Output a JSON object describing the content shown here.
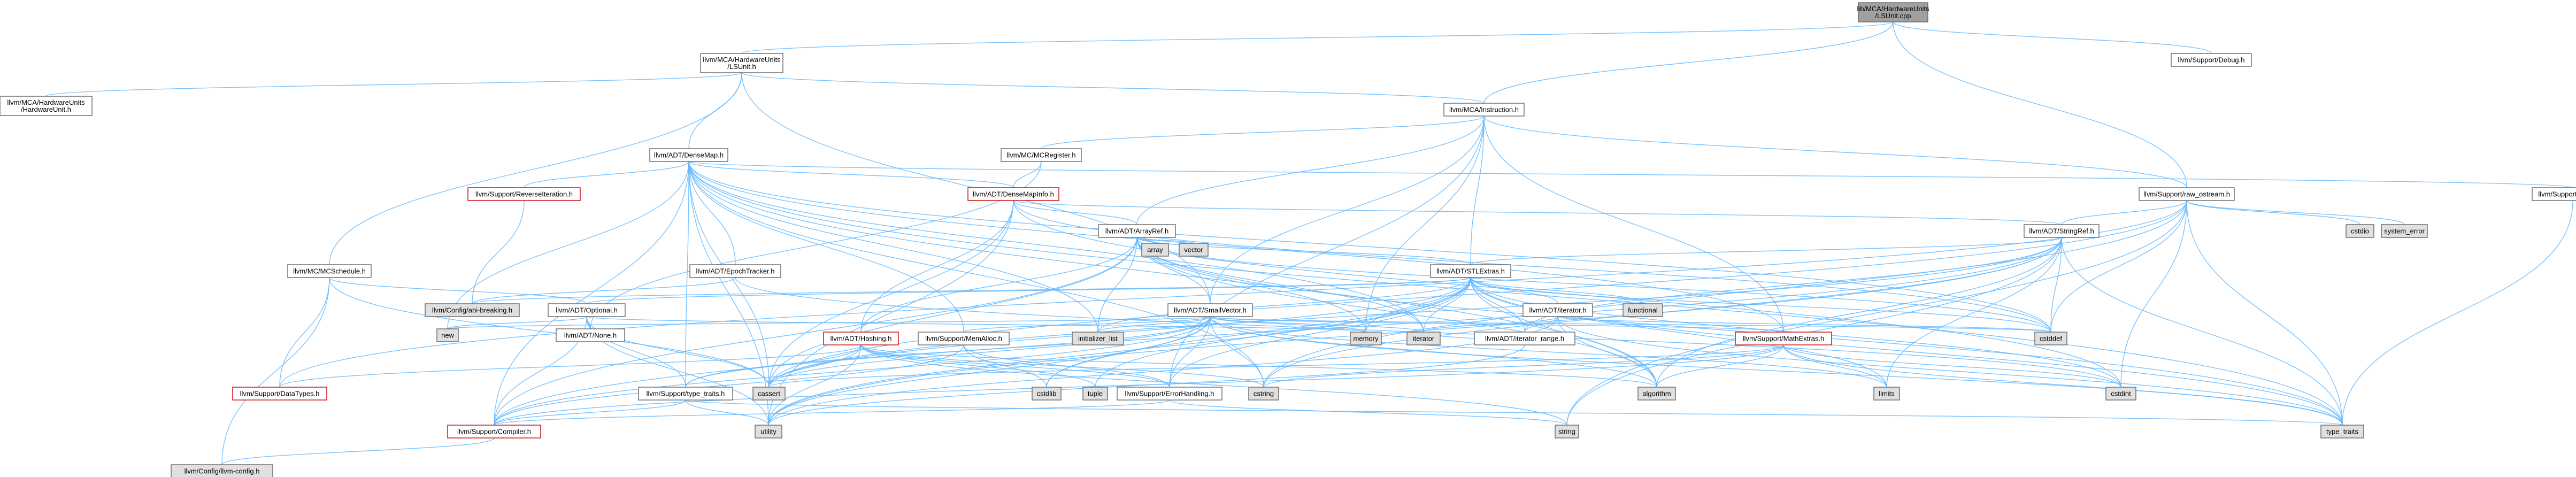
{
  "graph": {
    "type": "include-dependency-graph",
    "colors": {
      "edge": "#63b8ff",
      "node_border_normal": "#666666",
      "node_border_truncated": "#cc0000",
      "node_fill_normal": "#ffffff",
      "node_fill_root": "#a0a0a0",
      "node_fill_system": "#e0e0e0"
    },
    "nodes": [
      {
        "id": "root",
        "label": "lib/MCA/HardwareUnits\n/LSUnit.cpp",
        "kind": "root"
      },
      {
        "id": "lsunit_h",
        "label": "llvm/MCA/HardwareUnits\n/LSUnit.h",
        "kind": "normal"
      },
      {
        "id": "debug_h",
        "label": "llvm/Support/Debug.h",
        "kind": "normal"
      },
      {
        "id": "hwunit_h",
        "label": "llvm/MCA/HardwareUnits\n/HardwareUnit.h",
        "kind": "normal"
      },
      {
        "id": "instruction_h",
        "label": "llvm/MCA/Instruction.h",
        "kind": "normal"
      },
      {
        "id": "densemap_h",
        "label": "llvm/ADT/DenseMap.h",
        "kind": "normal"
      },
      {
        "id": "mcregister_h",
        "label": "llvm/MC/MCRegister.h",
        "kind": "normal"
      },
      {
        "id": "raw_ostream_h",
        "label": "llvm/Support/raw_ostream.h",
        "kind": "normal"
      },
      {
        "id": "alignof_h",
        "label": "llvm/Support/AlignOf.h",
        "kind": "normal"
      },
      {
        "id": "reverseiter_h",
        "label": "llvm/Support/ReverseIteration.h",
        "kind": "truncated"
      },
      {
        "id": "densemapinfo_h",
        "label": "llvm/ADT/DenseMapInfo.h",
        "kind": "truncated"
      },
      {
        "id": "stringref_h",
        "label": "llvm/ADT/StringRef.h",
        "kind": "normal"
      },
      {
        "id": "cstdio",
        "label": "cstdio",
        "kind": "system"
      },
      {
        "id": "system_error",
        "label": "system_error",
        "kind": "system"
      },
      {
        "id": "arrayref_h",
        "label": "llvm/ADT/ArrayRef.h",
        "kind": "normal"
      },
      {
        "id": "array",
        "label": "array",
        "kind": "system"
      },
      {
        "id": "vector",
        "label": "vector",
        "kind": "system"
      },
      {
        "id": "mcschedule_h",
        "label": "llvm/MC/MCSchedule.h",
        "kind": "normal"
      },
      {
        "id": "epochtracker_h",
        "label": "llvm/ADT/EpochTracker.h",
        "kind": "normal"
      },
      {
        "id": "stlextras_h",
        "label": "llvm/ADT/STLExtras.h",
        "kind": "normal"
      },
      {
        "id": "functional",
        "label": "functional",
        "kind": "system"
      },
      {
        "id": "abibreaking_h",
        "label": "llvm/Config/abi-breaking.h",
        "kind": "system"
      },
      {
        "id": "optional_h",
        "label": "llvm/ADT/Optional.h",
        "kind": "normal"
      },
      {
        "id": "smallvector_h",
        "label": "llvm/ADT/SmallVector.h",
        "kind": "normal"
      },
      {
        "id": "iterator_h",
        "label": "llvm/ADT/iterator.h",
        "kind": "normal"
      },
      {
        "id": "new",
        "label": "new",
        "kind": "system"
      },
      {
        "id": "none_h",
        "label": "llvm/ADT/None.h",
        "kind": "normal"
      },
      {
        "id": "hashing_h",
        "label": "llvm/ADT/Hashing.h",
        "kind": "truncated"
      },
      {
        "id": "memalloc_h",
        "label": "llvm/Support/MemAlloc.h",
        "kind": "normal"
      },
      {
        "id": "initializer_list",
        "label": "initializer_list",
        "kind": "system"
      },
      {
        "id": "memory",
        "label": "memory",
        "kind": "system"
      },
      {
        "id": "iterator",
        "label": "iterator",
        "kind": "system"
      },
      {
        "id": "iterator_range_h",
        "label": "llvm/ADT/iterator_range.h",
        "kind": "normal"
      },
      {
        "id": "mathextras_h",
        "label": "llvm/Support/MathExtras.h",
        "kind": "truncated"
      },
      {
        "id": "cstddef",
        "label": "cstddef",
        "kind": "system"
      },
      {
        "id": "datatypes_h",
        "label": "llvm/Support/DataTypes.h",
        "kind": "truncated"
      },
      {
        "id": "typetraits_h",
        "label": "llvm/Support/type_traits.h",
        "kind": "normal"
      },
      {
        "id": "cassert",
        "label": "cassert",
        "kind": "system"
      },
      {
        "id": "cstdlib",
        "label": "cstdlib",
        "kind": "system"
      },
      {
        "id": "tuple",
        "label": "tuple",
        "kind": "system"
      },
      {
        "id": "errorhandling_h",
        "label": "llvm/Support/ErrorHandling.h",
        "kind": "normal"
      },
      {
        "id": "cstring",
        "label": "cstring",
        "kind": "system"
      },
      {
        "id": "algorithm",
        "label": "algorithm",
        "kind": "system"
      },
      {
        "id": "limits",
        "label": "limits",
        "kind": "system"
      },
      {
        "id": "cstdint",
        "label": "cstdint",
        "kind": "system"
      },
      {
        "id": "compiler_h",
        "label": "llvm/Support/Compiler.h",
        "kind": "truncated"
      },
      {
        "id": "utility",
        "label": "utility",
        "kind": "system"
      },
      {
        "id": "string",
        "label": "string",
        "kind": "system"
      },
      {
        "id": "type_traits",
        "label": "type_traits",
        "kind": "system"
      },
      {
        "id": "llvmconfig_h",
        "label": "llvm/Config/llvm-config.h",
        "kind": "system"
      }
    ],
    "edges": [
      [
        "root",
        "lsunit_h"
      ],
      [
        "root",
        "debug_h"
      ],
      [
        "root",
        "instruction_h"
      ],
      [
        "root",
        "raw_ostream_h"
      ],
      [
        "lsunit_h",
        "hwunit_h"
      ],
      [
        "lsunit_h",
        "instruction_h"
      ],
      [
        "lsunit_h",
        "densemap_h"
      ],
      [
        "lsunit_h",
        "mcschedule_h"
      ],
      [
        "lsunit_h",
        "smallvector_h"
      ],
      [
        "instruction_h",
        "mcregister_h"
      ],
      [
        "instruction_h",
        "raw_ostream_h"
      ],
      [
        "instruction_h",
        "arrayref_h"
      ],
      [
        "instruction_h",
        "stlextras_h"
      ],
      [
        "instruction_h",
        "smallvector_h"
      ],
      [
        "instruction_h",
        "mathextras_h"
      ],
      [
        "instruction_h",
        "memory"
      ],
      [
        "instruction_h",
        "errorhandling_h"
      ],
      [
        "densemap_h",
        "reverseiter_h"
      ],
      [
        "densemap_h",
        "densemapinfo_h"
      ],
      [
        "densemap_h",
        "epochtracker_h"
      ],
      [
        "densemap_h",
        "alignof_h"
      ],
      [
        "densemap_h",
        "compiler_h"
      ],
      [
        "densemap_h",
        "mathextras_h"
      ],
      [
        "densemap_h",
        "memalloc_h"
      ],
      [
        "densemap_h",
        "typetraits_h"
      ],
      [
        "densemap_h",
        "algorithm"
      ],
      [
        "densemap_h",
        "cassert"
      ],
      [
        "densemap_h",
        "cstddef"
      ],
      [
        "densemap_h",
        "cstring"
      ],
      [
        "densemap_h",
        "initializer_list"
      ],
      [
        "densemap_h",
        "iterator"
      ],
      [
        "densemap_h",
        "new"
      ],
      [
        "densemap_h",
        "type_traits"
      ],
      [
        "densemap_h",
        "utility"
      ],
      [
        "mcregister_h",
        "densemapinfo_h"
      ],
      [
        "mcregister_h",
        "none_h"
      ],
      [
        "raw_ostream_h",
        "stringref_h"
      ],
      [
        "raw_ostream_h",
        "datatypes_h"
      ],
      [
        "raw_ostream_h",
        "cassert"
      ],
      [
        "raw_ostream_h",
        "cstddef"
      ],
      [
        "raw_ostream_h",
        "cstdint"
      ],
      [
        "raw_ostream_h",
        "cstring"
      ],
      [
        "raw_ostream_h",
        "string"
      ],
      [
        "raw_ostream_h",
        "system_error"
      ],
      [
        "raw_ostream_h",
        "type_traits"
      ],
      [
        "raw_ostream_h",
        "cstdio"
      ],
      [
        "alignof_h",
        "type_traits"
      ],
      [
        "reverseiter_h",
        "abibreaking_h"
      ],
      [
        "densemapinfo_h",
        "arrayref_h"
      ],
      [
        "densemapinfo_h",
        "hashing_h"
      ],
      [
        "densemapinfo_h",
        "stringref_h"
      ],
      [
        "densemapinfo_h",
        "cassert"
      ],
      [
        "densemapinfo_h",
        "cstddef"
      ],
      [
        "densemapinfo_h",
        "cstdint"
      ],
      [
        "densemapinfo_h",
        "utility"
      ],
      [
        "stringref_h",
        "stlextras_h"
      ],
      [
        "stringref_h",
        "iterator_range_h"
      ],
      [
        "stringref_h",
        "compiler_h"
      ],
      [
        "stringref_h",
        "algorithm"
      ],
      [
        "stringref_h",
        "cassert"
      ],
      [
        "stringref_h",
        "cstddef"
      ],
      [
        "stringref_h",
        "cstring"
      ],
      [
        "stringref_h",
        "limits"
      ],
      [
        "stringref_h",
        "string"
      ],
      [
        "stringref_h",
        "type_traits"
      ],
      [
        "stringref_h",
        "utility"
      ],
      [
        "arrayref_h",
        "hashing_h"
      ],
      [
        "arrayref_h",
        "smallvector_h"
      ],
      [
        "arrayref_h",
        "stlextras_h"
      ],
      [
        "arrayref_h",
        "compiler_h"
      ],
      [
        "arrayref_h",
        "algorithm"
      ],
      [
        "arrayref_h",
        "array"
      ],
      [
        "arrayref_h",
        "cassert"
      ],
      [
        "arrayref_h",
        "cstddef"
      ],
      [
        "arrayref_h",
        "initializer_list"
      ],
      [
        "arrayref_h",
        "iterator"
      ],
      [
        "arrayref_h",
        "memory"
      ],
      [
        "arrayref_h",
        "type_traits"
      ],
      [
        "arrayref_h",
        "vector"
      ],
      [
        "mcschedule_h",
        "optional_h"
      ],
      [
        "mcschedule_h",
        "datatypes_h"
      ],
      [
        "mcschedule_h",
        "llvmconfig_h"
      ],
      [
        "mcschedule_h",
        "cassert"
      ],
      [
        "epochtracker_h",
        "abibreaking_h"
      ],
      [
        "epochtracker_h",
        "cstdint"
      ],
      [
        "stlextras_h",
        "optional_h"
      ],
      [
        "stlextras_h",
        "iterator_h"
      ],
      [
        "stlextras_h",
        "iterator_range_h"
      ],
      [
        "stlextras_h",
        "abibreaking_h"
      ],
      [
        "stlextras_h",
        "errorhandling_h"
      ],
      [
        "stlextras_h",
        "algorithm"
      ],
      [
        "stlextras_h",
        "cassert"
      ],
      [
        "stlextras_h",
        "cstddef"
      ],
      [
        "stlextras_h",
        "cstdint"
      ],
      [
        "stlextras_h",
        "cstdlib"
      ],
      [
        "stlextras_h",
        "functional"
      ],
      [
        "stlextras_h",
        "initializer_list"
      ],
      [
        "stlextras_h",
        "iterator"
      ],
      [
        "stlextras_h",
        "limits"
      ],
      [
        "stlextras_h",
        "memory"
      ],
      [
        "stlextras_h",
        "tuple"
      ],
      [
        "stlextras_h",
        "type_traits"
      ],
      [
        "stlextras_h",
        "utility"
      ],
      [
        "optional_h",
        "none_h"
      ],
      [
        "optional_h",
        "compiler_h"
      ],
      [
        "optional_h",
        "typetraits_h"
      ],
      [
        "optional_h",
        "cassert"
      ],
      [
        "optional_h",
        "memory"
      ],
      [
        "optional_h",
        "new"
      ],
      [
        "optional_h",
        "utility"
      ],
      [
        "smallvector_h",
        "compiler_h"
      ],
      [
        "smallvector_h",
        "errorhandling_h"
      ],
      [
        "smallvector_h",
        "mathextras_h"
      ],
      [
        "smallvector_h",
        "memalloc_h"
      ],
      [
        "smallvector_h",
        "typetraits_h"
      ],
      [
        "smallvector_h",
        "algorithm"
      ],
      [
        "smallvector_h",
        "cassert"
      ],
      [
        "smallvector_h",
        "cstddef"
      ],
      [
        "smallvector_h",
        "cstdlib"
      ],
      [
        "smallvector_h",
        "cstring"
      ],
      [
        "smallvector_h",
        "initializer_list"
      ],
      [
        "smallvector_h",
        "iterator"
      ],
      [
        "smallvector_h",
        "limits"
      ],
      [
        "smallvector_h",
        "memory"
      ],
      [
        "smallvector_h",
        "new"
      ],
      [
        "smallvector_h",
        "type_traits"
      ],
      [
        "smallvector_h",
        "utility"
      ],
      [
        "iterator_h",
        "iterator_range_h"
      ],
      [
        "iterator_h",
        "algorithm"
      ],
      [
        "iterator_h",
        "cstddef"
      ],
      [
        "iterator_h",
        "iterator"
      ],
      [
        "iterator_h",
        "type_traits"
      ],
      [
        "iterator_h",
        "utility"
      ],
      [
        "hashing_h",
        "datatypes_h"
      ],
      [
        "hashing_h",
        "errorhandling_h"
      ],
      [
        "hashing_h",
        "typetraits_h"
      ],
      [
        "hashing_h",
        "algorithm"
      ],
      [
        "hashing_h",
        "cassert"
      ],
      [
        "hashing_h",
        "cstring"
      ],
      [
        "hashing_h",
        "string"
      ],
      [
        "hashing_h",
        "tuple"
      ],
      [
        "hashing_h",
        "utility"
      ],
      [
        "memalloc_h",
        "compiler_h"
      ],
      [
        "memalloc_h",
        "errorhandling_h"
      ],
      [
        "memalloc_h",
        "cstdlib"
      ],
      [
        "iterator_range_h",
        "iterator"
      ],
      [
        "iterator_range_h",
        "utility"
      ],
      [
        "mathextras_h",
        "compiler_h"
      ],
      [
        "mathextras_h",
        "algorithm"
      ],
      [
        "mathextras_h",
        "cassert"
      ],
      [
        "mathextras_h",
        "climits"
      ],
      [
        "mathextras_h",
        "cmath"
      ],
      [
        "mathextras_h",
        "cstdint"
      ],
      [
        "mathextras_h",
        "cstring"
      ],
      [
        "mathextras_h",
        "limits"
      ],
      [
        "mathextras_h",
        "type_traits"
      ],
      [
        "typetraits_h",
        "compiler_h"
      ],
      [
        "typetraits_h",
        "type_traits"
      ],
      [
        "typetraits_h",
        "utility"
      ],
      [
        "errorhandling_h",
        "compiler_h"
      ],
      [
        "errorhandling_h",
        "string"
      ],
      [
        "compiler_h",
        "llvmconfig_h"
      ]
    ]
  }
}
